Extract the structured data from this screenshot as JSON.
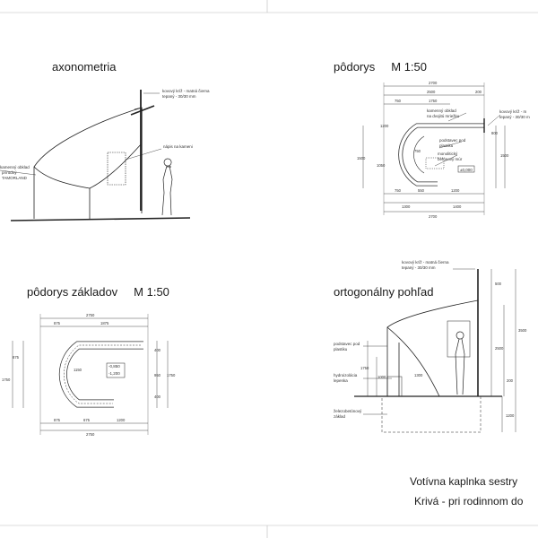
{
  "views": {
    "axonometria": {
      "title": "axonometria"
    },
    "podorys": {
      "title": "pôdorys",
      "scale": "M 1:50"
    },
    "podorys_zakladov": {
      "title": "pôdorys základov",
      "scale": "M 1:50"
    },
    "ortogonalny": {
      "title": "ortogonálny pohľad"
    }
  },
  "annotations": {
    "axo_cross": "kovový kríž - matná čierna",
    "axo_cross2": "tepaný - 30/30 mm",
    "axo_sign": "nápis na kameni",
    "axo_stone1": "kamenný obklad",
    "axo_stone2": "prírodný",
    "axo_stone3": "TAMORLAND",
    "pod_cross": "kovový kríž - m",
    "pod_cross2": "tepaný - 30/30 m",
    "pod_stone1": "kamenný obklad",
    "pod_stone2": "na dvojitú mriežku",
    "pod_base1": "podstavec pod",
    "pod_base2": "plastiku",
    "pod_wall1": "monolitický",
    "pod_wall2": "betónový múr",
    "pod_level": "±0,000",
    "zak_level1": "-0,850",
    "zak_level2": "-1,200",
    "ort_cross1": "kovový kríž - matná čierna",
    "ort_cross2": "tepaný - 30/30 mm",
    "ort_base1": "podstavec pod",
    "ort_base2": "plastiku",
    "ort_hydro1": "hydroizolácia",
    "ort_hydro2": "lepenka",
    "ort_found1": "železobetónový",
    "ort_found2": "základ"
  },
  "dimensions": {
    "pod_top": "2700",
    "pod_top_a": "2500",
    "pod_top_b": "200",
    "pod_r1": "750",
    "pod_r2": "1750",
    "pod_left": "1500",
    "pod_inner": "750",
    "pod_b1": "750",
    "pod_b2": "550",
    "pod_b3": "1200",
    "pod_bot1": "1300",
    "pod_bot2": "1400",
    "pod_bot": "2700",
    "pod_rad1": "1200",
    "pod_rad2": "1050",
    "pod_side1": "800",
    "pod_side2": "1500",
    "zak_top": "2750",
    "zak_top_a": "875",
    "zak_top_b": "1875",
    "zak_left1": "875",
    "zak_left2": "1750",
    "zak_r1": "1150",
    "zak_bot_a": "875",
    "zak_bot_b": "675",
    "zak_bot_c": "1200",
    "zak_bot": "2750",
    "zak_right1": "400",
    "zak_right2": "1750",
    "zak_right3": "950",
    "zak_right4": "400",
    "ort_h1": "500",
    "ort_h2": "2500",
    "ort_h3": "3500",
    "ort_h4": "1200",
    "ort_h5": "1750",
    "ort_h6": "1000",
    "ort_h7": "1300",
    "ort_h8": "200"
  },
  "footer": {
    "line1": "Votívna kaplnka sestry",
    "line2": "Krivá - pri rodinnom do"
  }
}
